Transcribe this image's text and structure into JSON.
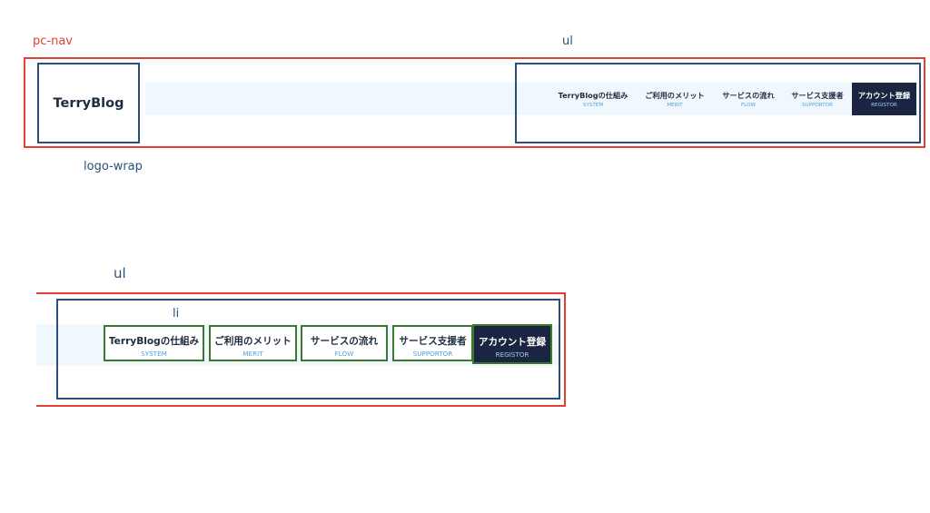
{
  "labels": {
    "pc_nav": "pc-nav",
    "ul_top": "ul",
    "logo_wrap": "logo-wrap",
    "ul_bottom": "ul",
    "li": "li"
  },
  "logo": {
    "text": "TerryBlog"
  },
  "nav_items": [
    {
      "jp": "TerryBlogの仕組み",
      "en": "SYSTEM"
    },
    {
      "jp": "ご利用のメリット",
      "en": "MERIT"
    },
    {
      "jp": "サービスの流れ",
      "en": "FLOW"
    },
    {
      "jp": "サービス支援者",
      "en": "SUPPORTOR"
    },
    {
      "jp": "アカウント登録",
      "en": "REGISTOR"
    }
  ],
  "colors": {
    "pc_nav_border": "#e5402f",
    "ul_border": "#2c4f7a",
    "li_border": "#3a7a2e",
    "cta_background": "#1b2541",
    "sub_label": "#4ea3d6",
    "band": "#f1f8fd"
  }
}
